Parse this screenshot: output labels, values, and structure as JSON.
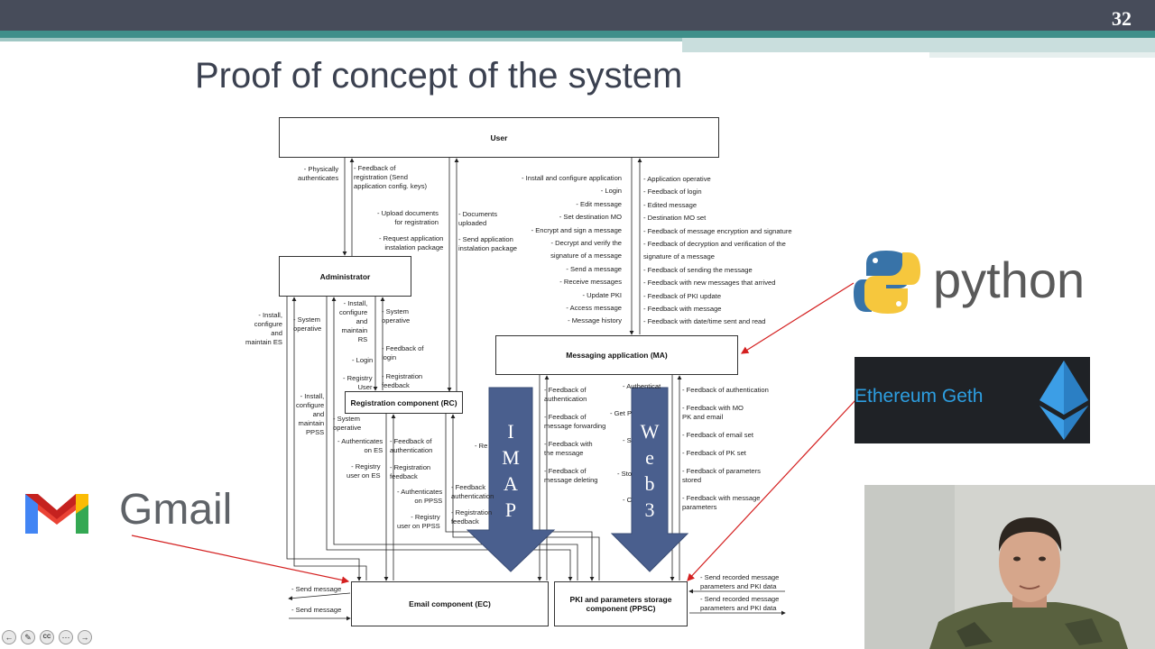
{
  "slide": {
    "number": "32",
    "title": "Proof of concept of the system"
  },
  "boxes": {
    "user": "User",
    "administrator": "Administrator",
    "registration": "Registration component (RC)",
    "messaging": "Messaging application (MA)",
    "email": "Email component (EC)",
    "pki": "PKI and parameters storage component (PPSC)"
  },
  "notes": {
    "physically_auth": "- Physically\nauthenticates",
    "feedback_registration": "- Feedback of\nregistration (Send\napplication config. keys)",
    "upload_docs": "- Upload documents\nfor registration",
    "docs_uploaded": "- Documents\nuploaded",
    "request_package": "- Request application\ninstalation package",
    "send_package": "- Send application\ninstalation package",
    "ma_requests": "- Install and configure application\n- Login\n- Edit message\n- Set destination MO\n- Encrypt and sign a message\n- Decrypt and verify the\nsignature of a message\n- Send a message\n- Receive messages\n- Update PKI\n- Access message\n- Message history",
    "ma_feedback": "- Application operative\n- Feedback of login\n- Edited message\n- Destination MO set\n- Feedback of message encryption and signature\n- Feedback of decryption and verification of the\nsignature of a message\n- Feedback of sending the message\n- Feedback with new messages that arrived\n- Feedback of PKI update\n- Feedback with message\n- Feedback with date/time sent and read",
    "install_es": "- Install,\nconfigure\nand\nmaintain ES",
    "system_op1": "- System\noperative",
    "install_rs": "- Install,\nconfigure\nand\nmaintain\nRS",
    "system_op2": "- System\noperative",
    "feedback_login": "- Feedback of\nlogin",
    "login": "- Login",
    "registry_user": "- Registry\nUser",
    "registration_feedback": "- Registration\nfeedback",
    "install_ppss": "- Install,\nconfigure\nand\nmaintain\nPPSS",
    "system_op3": "- System\noperative",
    "auth_es": "- Authenticates\non ES",
    "feedback_auth1": "- Feedback of\nauthentication",
    "registry_es": "- Registry\nuser on ES",
    "registration_feedback2": "- Registration\nfeedback",
    "auth_ppss": "- Authenticates\non PPSS",
    "registry_ppss": "- Registry\nuser on PPSS",
    "feedback_auth2": "- Feedback\nauthentication",
    "registration_feedback3": "- Registration\nfeedback",
    "ec_feedback": "- Feedback of\nauthentication\n\n- Feedback of\nmessage forwarding\n\n- Feedback with\nthe message\n\n- Feedback of\nmessage deleting",
    "ppsc_feedback": "- Feedback of authentication\n\n- Feedback with MO\nPK and email\n\n- Feedback of email set\n\n- Feedback of PK set\n\n- Feedback of parameters\nstored\n\n- Feedback with message\nparameters",
    "send_msg1": "- Send message",
    "send_msg2": "- Send message",
    "send_recorded1": "- Send recorded message\nparameters and PKI data",
    "send_recorded2": "- Send recorded message\nparameters and PKI data",
    "frag_re": "- Re",
    "frag_auth": "- Authenticat",
    "frag_get": "- Get P",
    "frag_s": "- S",
    "frag_sto": "- Sto",
    "frag_c": "- C"
  },
  "arrows": {
    "imap_letters": "I\nM\nA\nP",
    "web3_letters": "W\ne\nb\n3"
  },
  "logos": {
    "gmail": "Gmail",
    "python": "python",
    "ethereum": "Ethereum Geth"
  },
  "controls": {
    "cc": "CC"
  },
  "colors": {
    "top_bar": "#474c5a",
    "teal_stripe": "#3f8f8a",
    "arrow_fill": "#4a5f8e",
    "pointer_red": "#d42020",
    "gmail_red": "#ea4335",
    "python_blue": "#3873a8",
    "python_yellow": "#f6c73d",
    "ethereum_blue": "#2d9ee0"
  }
}
